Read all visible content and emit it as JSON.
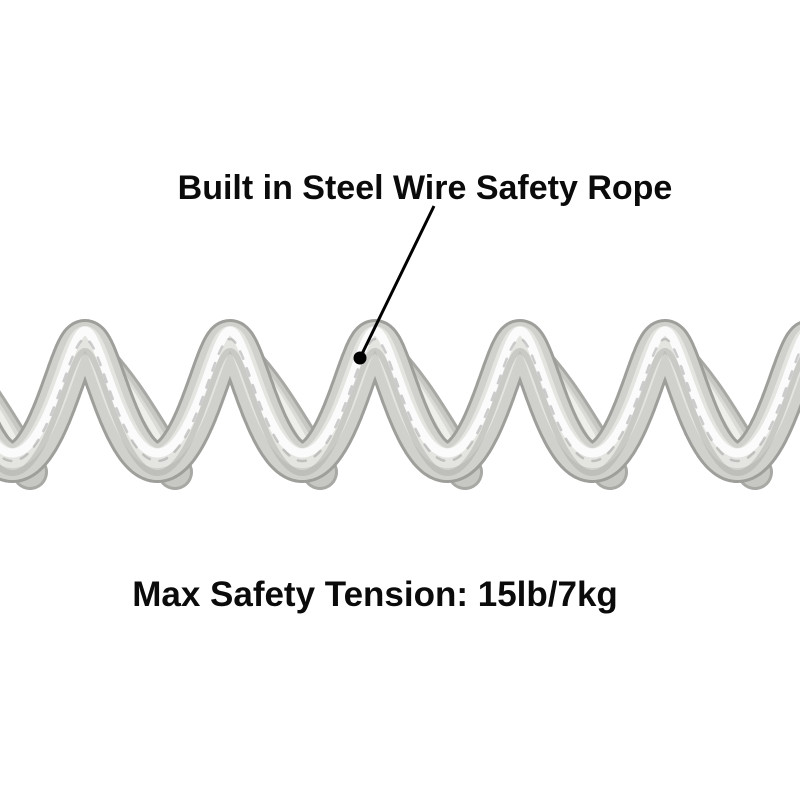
{
  "page": {
    "background_color": "#ffffff",
    "description": "Product image of a translucent coiled spring cable with built-in steel wire safety rope"
  },
  "annotations": {
    "top_label": "Built in Steel Wire Safety Rope",
    "bottom_label": "Max Safety Tension: 15lb/7kg",
    "text_color": "#0b0b0b",
    "leader_line_color": "#000000",
    "leader_dot_color": "#000000"
  },
  "illustration": {
    "subject": "translucent-coil-spring",
    "front_edge_color": "#9e9e9b",
    "front_body_color": "#d0d0cd",
    "front_soft_color": "#e5e5e2",
    "front_highlight_color": "#ffffff",
    "front_shade_color": "#a9a9a6",
    "inner_wire_color": "#87878a",
    "back_edge_color": "#a8a8a5",
    "back_body_color": "#c7c7c4",
    "back_soft_color": "#dcdcd9",
    "back_highlight_color": "#f6f6f4"
  }
}
